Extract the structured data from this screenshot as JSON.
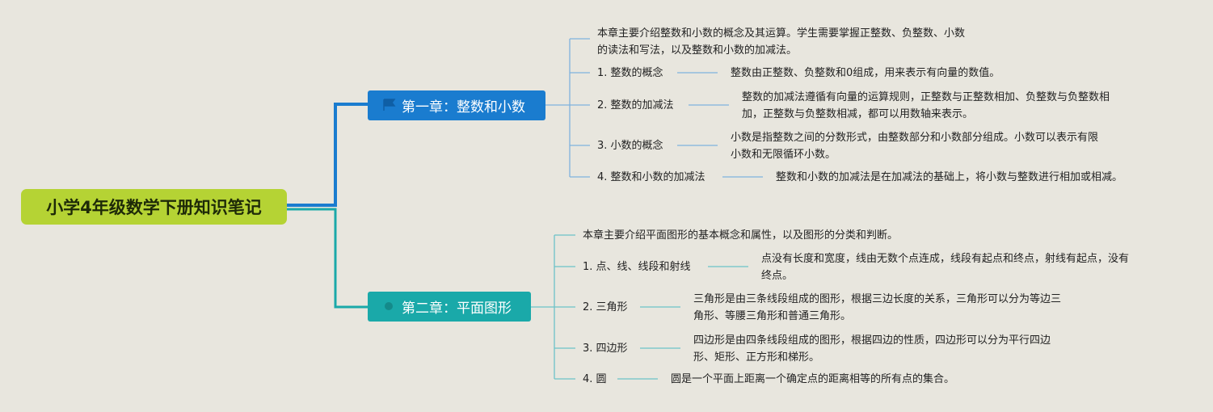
{
  "root": {
    "title": "小学4年级数学下册知识笔记"
  },
  "chapter1": {
    "title": "第一章：整数和小数",
    "intro_line1": "本章主要介绍整数和小数的概念及其运算。学生需要掌握正整数、负整数、小数",
    "intro_line2": "的读法和写法，以及整数和小数的加减法。",
    "items": [
      {
        "label": "1. 整数的概念",
        "desc": [
          "整数由正整数、负整数和0组成，用来表示有向量的数值。"
        ]
      },
      {
        "label": "2. 整数的加减法",
        "desc": [
          "整数的加减法遵循有向量的运算规则，正整数与正整数相加、负整数与负整数相",
          "加，正整数与负整数相减，都可以用数轴来表示。"
        ]
      },
      {
        "label": "3. 小数的概念",
        "desc": [
          "小数是指整数之间的分数形式，由整数部分和小数部分组成。小数可以表示有限",
          "小数和无限循环小数。"
        ]
      },
      {
        "label": "4. 整数和小数的加减法",
        "desc": [
          "整数和小数的加减法是在加减法的基础上，将小数与整数进行相加或相减。"
        ]
      }
    ]
  },
  "chapter2": {
    "title": "第二章：平面图形",
    "intro": "本章主要介绍平面图形的基本概念和属性，以及图形的分类和判断。",
    "items": [
      {
        "label": "1. 点、线、线段和射线",
        "desc": [
          "点没有长度和宽度，线由无数个点连成，线段有起点和终点，射线有起点，没有",
          "终点。"
        ]
      },
      {
        "label": "2. 三角形",
        "desc": [
          "三角形是由三条线段组成的图形，根据三边长度的关系，三角形可以分为等边三",
          "角形、等腰三角形和普通三角形。"
        ]
      },
      {
        "label": "3. 四边形",
        "desc": [
          "四边形是由四条线段组成的图形，根据四边的性质，四边形可以分为平行四边",
          "形、矩形、正方形和梯形。"
        ]
      },
      {
        "label": "4. 圆",
        "desc": [
          "圆是一个平面上距离一个确定点的距离相等的所有点的集合。"
        ]
      }
    ]
  },
  "colors": {
    "root": "#b5d334",
    "chapter1": "#1a7ccf",
    "chapter2": "#1aa9a9",
    "branch1_line": "#7fb2dd",
    "branch2_line": "#6cc2c8"
  }
}
